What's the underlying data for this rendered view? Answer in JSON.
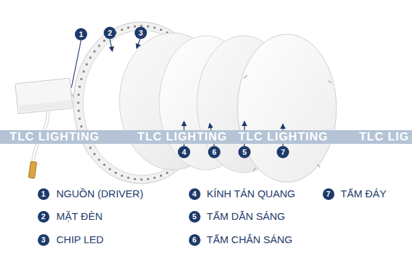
{
  "diagram": {
    "labels": [
      "1",
      "2",
      "3",
      "4",
      "6",
      "5",
      "7",
      "TLC LIGHTING",
      "TLC LIGHTING",
      "TLC LIGHTING",
      "TLC LIG",
      "1",
      "NGUỒN (DRIVER)",
      "4",
      "KÍNH TÁN QUANG",
      "7",
      "TẤM ĐÁY",
      "2",
      "MẶT ĐÈN",
      "5",
      "TẤM DẪN SÁNG",
      "3",
      "CHIP LED",
      "6",
      "TẤM CHẮN SÁNG"
    ]
  }
}
